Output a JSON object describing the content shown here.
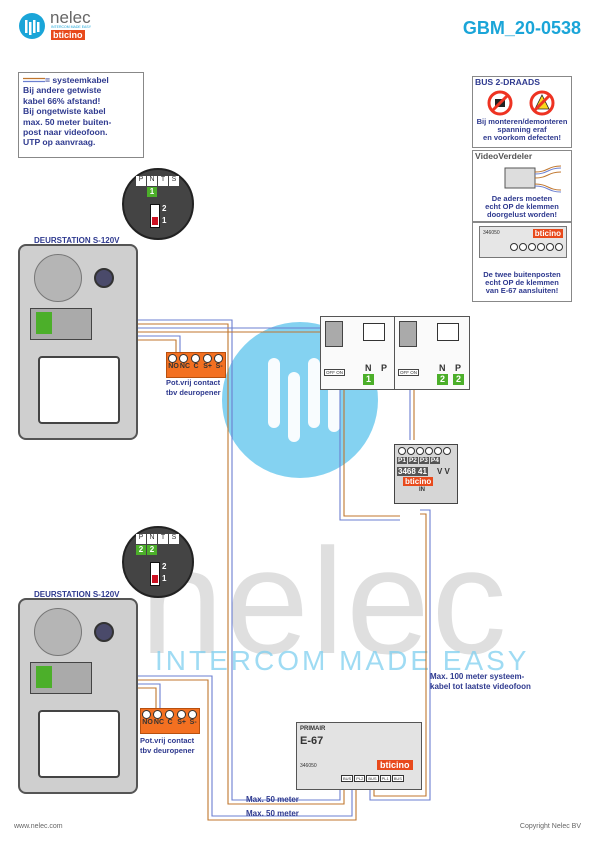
{
  "header": {
    "logo_name": "nelec",
    "logo_tagline": "INTERCOM MADE EASY",
    "logo_brand": "bticino",
    "doc_code": "GBM_20-0538"
  },
  "notes": {
    "legend_label": "= systeemkabel",
    "lines": [
      "Bij andere getwiste",
      "kabel 66% afstand!",
      "Bij ongetwiste kabel",
      "max. 50 meter buiten-",
      "post naar videofoon.",
      "UTP op aanvraag."
    ]
  },
  "bus_box": {
    "title": "BUS 2-DRAADS",
    "lines": [
      "Bij monteren/demonteren",
      "spanning eraf",
      "en voorkom defecten!"
    ]
  },
  "video_box": {
    "title": "VideoVerdeler",
    "lines": [
      "De aders moeten",
      "echt OP de klemmen",
      "doorgelust worden!"
    ]
  },
  "e67_box": {
    "code": "346050",
    "brand": "bticino",
    "lines": [
      "De twee buitenposten",
      "echt OP de klemmen",
      "van E-67 aansluiten!"
    ]
  },
  "doorstations": [
    {
      "title": "DEURSTATION S-120V",
      "terminals": [
        "P",
        "N",
        "T",
        "S"
      ],
      "n_value": "1",
      "switch_labels": [
        "2",
        "1"
      ],
      "relay_terminals": [
        "NO",
        "NC",
        "C",
        "S+",
        "S-"
      ],
      "relay_caption": [
        "Pot.vrij contact",
        "tbv deuropener"
      ]
    },
    {
      "title": "DEURSTATION S-120V",
      "terminals": [
        "P",
        "N",
        "T",
        "S"
      ],
      "n_value": "2",
      "p_value": "2",
      "switch_labels": [
        "2",
        "1"
      ],
      "relay_terminals": [
        "NO",
        "NC",
        "C",
        "S+",
        "S-"
      ],
      "relay_caption": [
        "Pot.vrij contact",
        "tbv deuropener"
      ]
    }
  ],
  "monitors": [
    {
      "n_label": "N",
      "p_label": "P",
      "n_value": "1",
      "switch": "OFF ON"
    },
    {
      "n_label": "N",
      "p_label": "P",
      "n_value": "2",
      "p_value": "2",
      "switch": "OFF ON"
    }
  ],
  "distributor": {
    "ports": [
      "P1",
      "P2",
      "P3",
      "P4"
    ],
    "model": "3468 41",
    "vv": "V V",
    "brand": "bticino",
    "in_label": "IN"
  },
  "supply": {
    "primary": "PRIMAIR",
    "model": "E-67",
    "code": "346050",
    "brand": "bticino",
    "terminals": [
      "BUS",
      "PL2",
      "BUS",
      "PL1",
      "BUS"
    ]
  },
  "cable_notes": {
    "max100": [
      "Max. 100 meter systeem-",
      "kabel tot laatste videofoon"
    ],
    "max50a": "Max. 50 meter",
    "max50b": "Max. 50 meter"
  },
  "watermark": {
    "word": "nelec",
    "tagline": "INTERCOM MADE EASY"
  },
  "footer": {
    "left": "www.nelec.com",
    "right": "Copyright Nelec BV"
  },
  "colors": {
    "accent": "#1aa5d8",
    "wire_blue": "#6b7fd0",
    "wire_brown": "#c0762e",
    "relay_orange": "#f37021",
    "green": "#4caf2a",
    "text_blue": "#2f3a8f"
  }
}
